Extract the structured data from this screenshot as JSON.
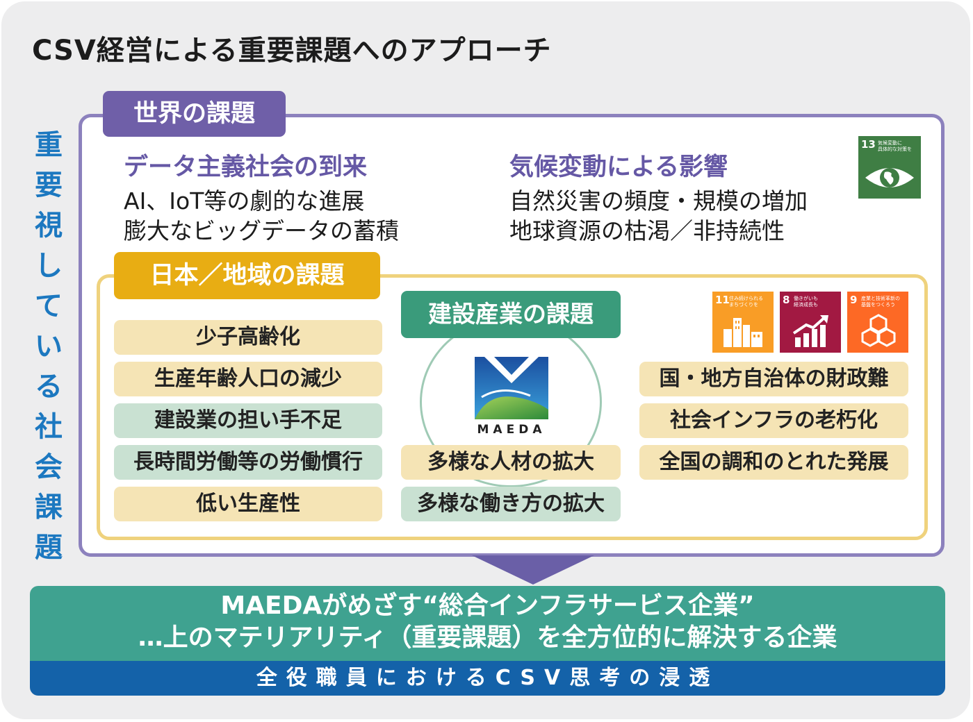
{
  "title": "CSV経営による重要課題へのアプローチ",
  "side_label": [
    "重",
    "要",
    "視",
    "し",
    "て",
    "い",
    "る",
    "社",
    "会",
    "課",
    "題"
  ],
  "world": {
    "tag": "世界の課題",
    "left": {
      "heading": "データ主義社会の到来",
      "lines": [
        "AI、IoT等の劇的な進展",
        "膨大なビッグデータの蓄積"
      ]
    },
    "right": {
      "heading": "気候変動による影響",
      "lines": [
        "自然災害の頻度・規模の増加",
        "地球資源の枯渇／非持続性"
      ]
    },
    "sdg13": {
      "number": "13",
      "text": [
        "気候変動に",
        "具体的な対策を"
      ],
      "color": "#3f7e44",
      "icon": "eye-globe-icon"
    }
  },
  "japan": {
    "tag": "日本／地域の課題",
    "left_items": [
      "少子高齢化",
      "生産年齢人口の減少",
      "建設業の担い手不足",
      "長時間労働等の労働慣行",
      "低い生産性"
    ],
    "right_items": [
      "国・地方自治体の財政難",
      "社会インフラの老朽化",
      "全国の調和のとれた発展"
    ],
    "sdgs": [
      {
        "number": "11",
        "text": [
          "住み続けられる",
          "まちづくりを"
        ],
        "color": "#f99d26",
        "icon": "city-icon"
      },
      {
        "number": "8",
        "text": [
          "働きがいも",
          "経済成長も"
        ],
        "color": "#a21942",
        "icon": "growth-chart-icon"
      },
      {
        "number": "9",
        "text": [
          "産業と技術革新の",
          "基盤をつくろう"
        ],
        "color": "#fd6925",
        "icon": "cubes-icon"
      }
    ]
  },
  "construction": {
    "tag": "建設産業の課題",
    "logo_text": "MAEDA",
    "items": [
      "多様な人材の拡大",
      "多様な働き方の拡大"
    ]
  },
  "bottom": {
    "line1": "MAEDAがめざす“総合インフラサービス企業”",
    "line2": "…上のマテリアリティ（重要課題）を全方位的に解決する企業",
    "bar": "全役職員におけるCSV思考の浸透"
  }
}
